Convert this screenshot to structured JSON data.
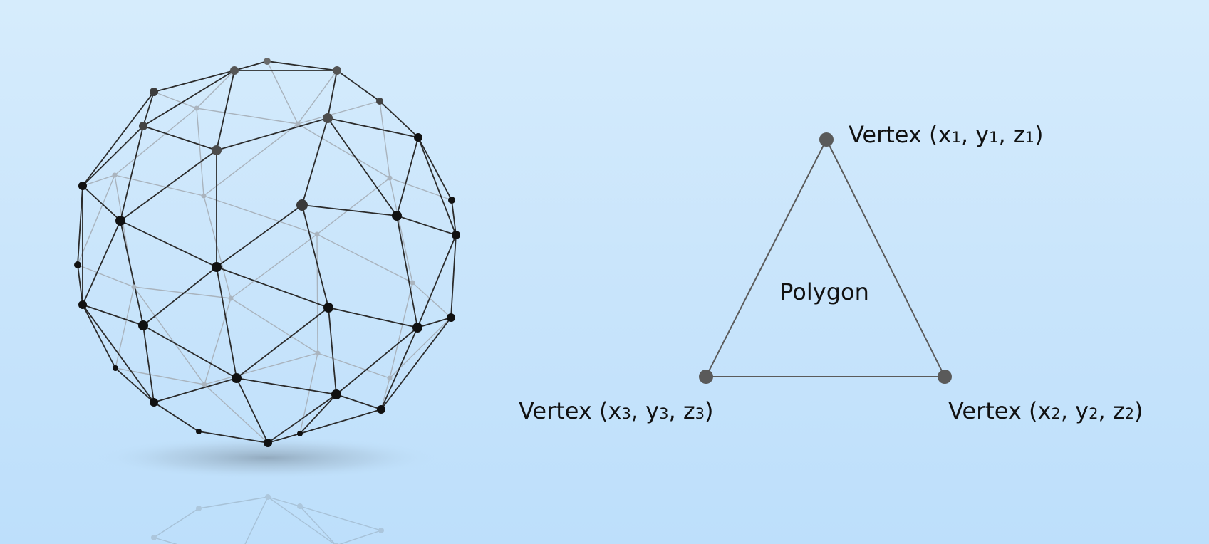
{
  "diagram": {
    "polygon_label": "Polygon",
    "vertex_word": "Vertex",
    "vertices": [
      {
        "x_sym": "x",
        "y_sym": "y",
        "z_sym": "z",
        "index": "1"
      },
      {
        "x_sym": "x",
        "y_sym": "y",
        "z_sym": "z",
        "index": "2"
      },
      {
        "x_sym": "x",
        "y_sym": "y",
        "z_sym": "z",
        "index": "3"
      }
    ]
  },
  "colors": {
    "background_top": "#d6ecfc",
    "background_bottom": "#bddffb",
    "wire_front": "#2b2b2b",
    "wire_back": "#a9b3bd",
    "vertex_dot": "#5a5a5a",
    "text": "#111111"
  }
}
